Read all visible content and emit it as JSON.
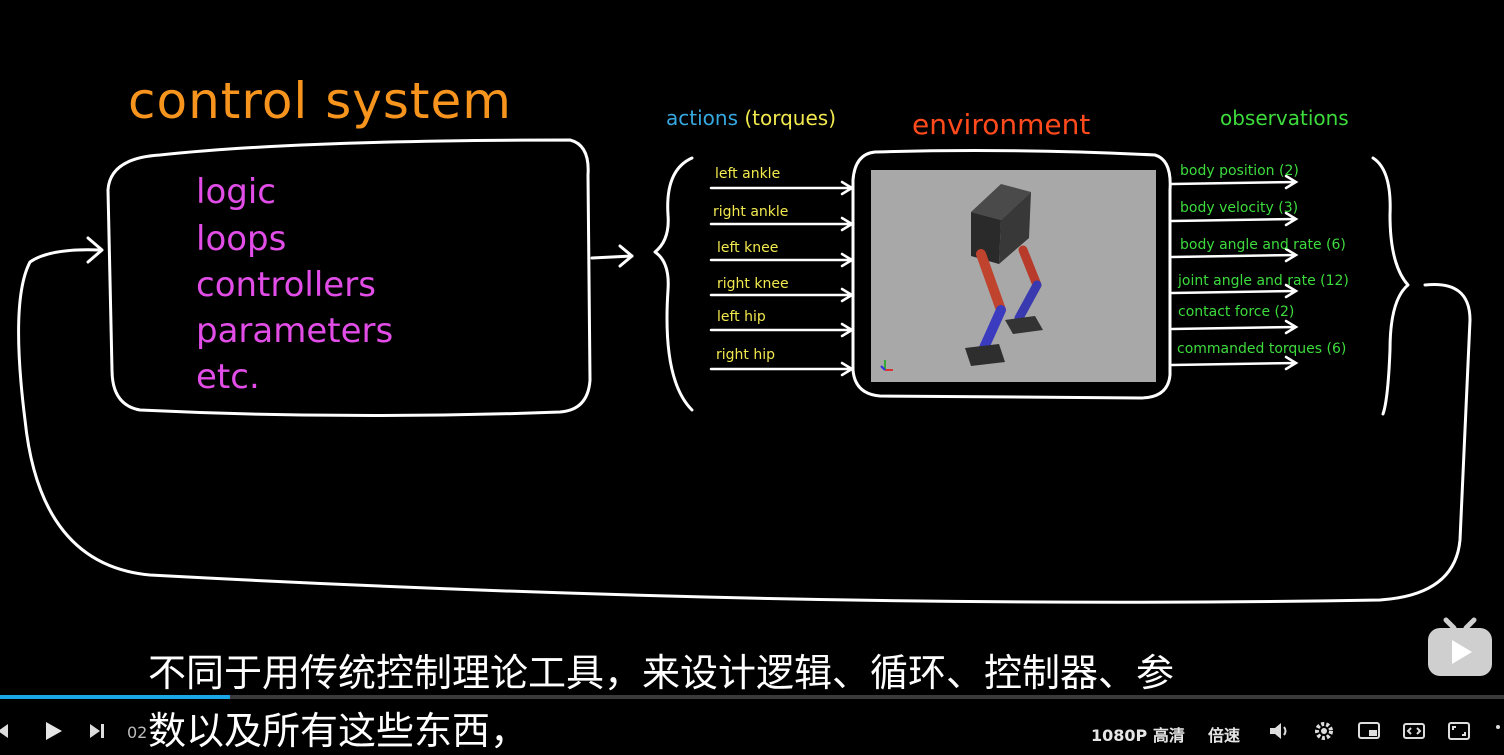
{
  "diagram": {
    "control_system": {
      "title": "control system",
      "items": [
        "logic",
        "loops",
        "controllers",
        "parameters",
        "etc."
      ]
    },
    "actions": {
      "heading_word": "actions",
      "heading_paren": "(torques)",
      "labels": [
        "left ankle",
        "right ankle",
        "left knee",
        "right knee",
        "left hip",
        "right hip"
      ]
    },
    "environment": {
      "title": "environment"
    },
    "observations": {
      "heading": "observations",
      "labels": [
        "body position (2)",
        "body velocity (3)",
        "body angle and rate (6)",
        "joint angle and rate (12)",
        "contact force (2)",
        "commanded torques (6)"
      ]
    },
    "colors": {
      "control_title": "#f7941d",
      "items": "#e24de8",
      "actions_heading": "#36a9e1",
      "actions_labels": "#f2e94e",
      "environment": "#ff4a1c",
      "observations": "#3ddc3d",
      "lines": "#ffffff"
    }
  },
  "player": {
    "subtitle_line1": "不同于用传统控制理论工具，来设计逻辑、循环、控制器、参",
    "subtitle_line2": "数以及所有这些东西，",
    "time_current": "02",
    "quality_label": "1080P 高清",
    "speed_label": "倍速",
    "progress": 0.153,
    "icons": [
      "prev-icon",
      "play-icon",
      "next-icon",
      "volume-icon",
      "settings-icon",
      "pip-icon",
      "widescreen-icon",
      "fullscreen-icon",
      "bilibili-tv-icon"
    ]
  }
}
